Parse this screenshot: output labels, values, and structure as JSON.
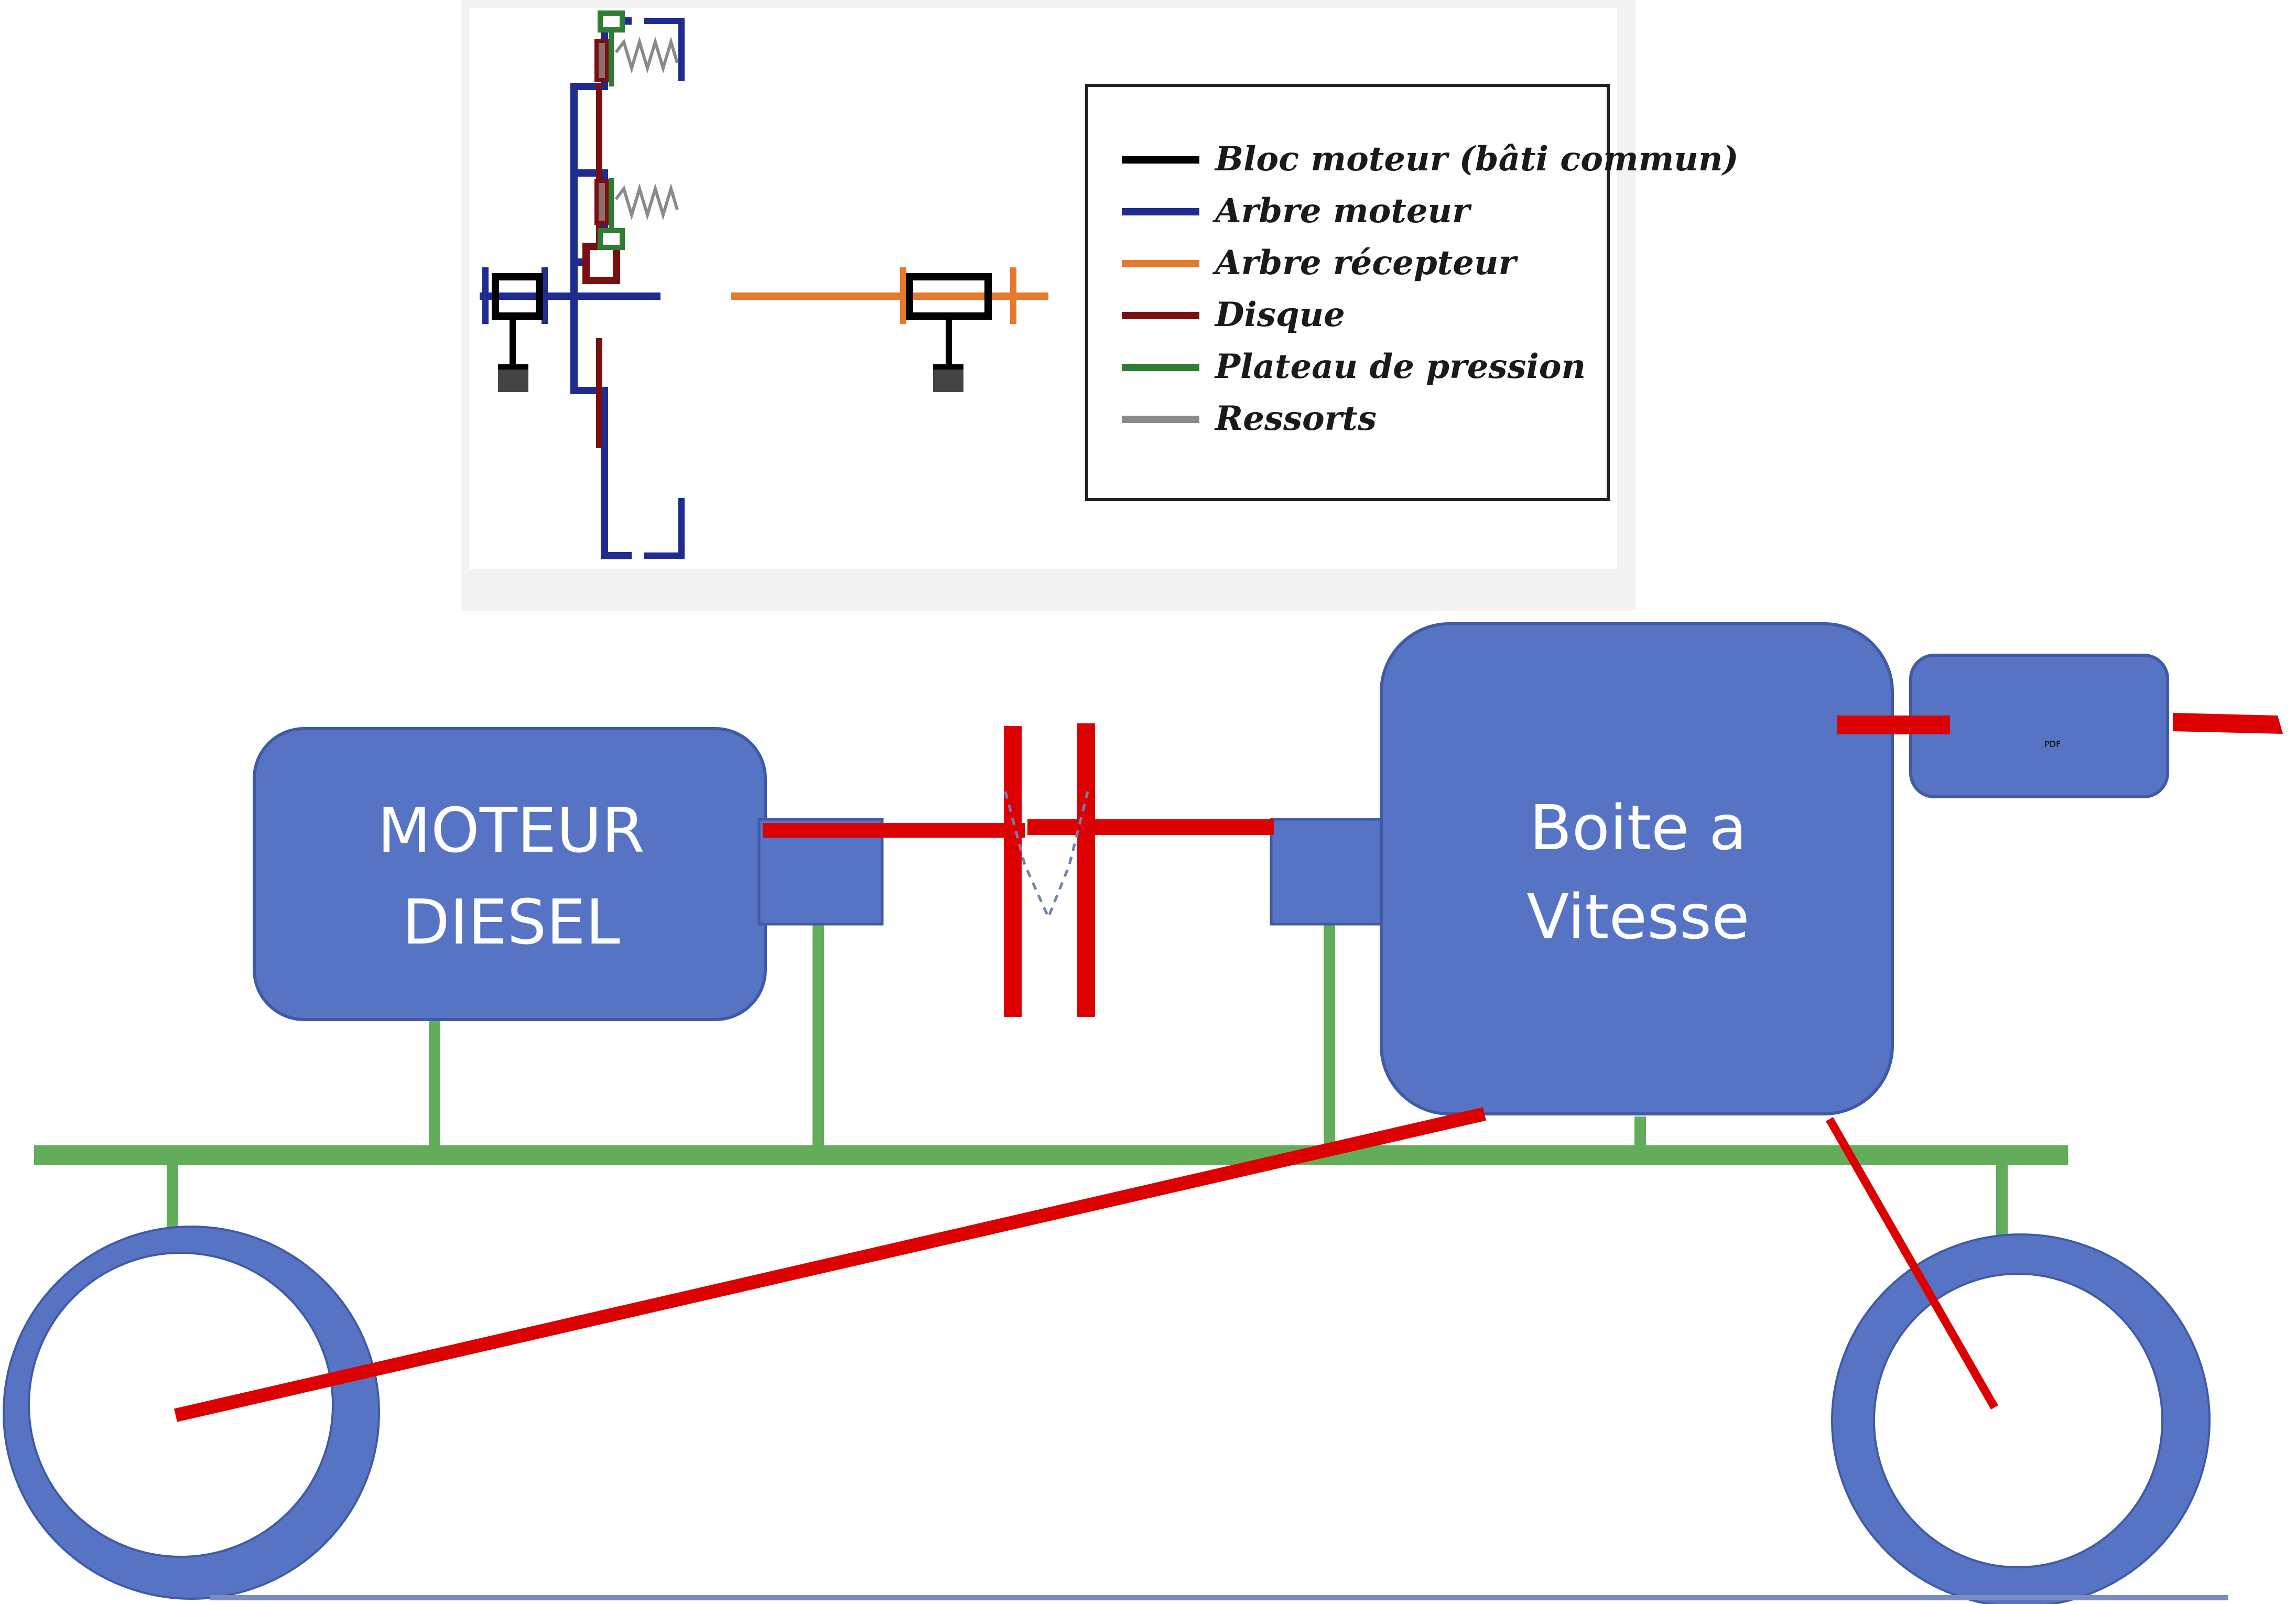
{
  "colors": {
    "block_fill": "#5673c4",
    "block_stroke": "#3f5aa6",
    "shaft_red": "#dd0000",
    "frame_green": "#63ad5a",
    "bloc_moteur": "#000000",
    "arbre_moteur": "#1f2b8f",
    "arbre_recepteur": "#e47a2e",
    "disque": "#7a0f12",
    "plateau": "#2f7d32",
    "ressorts": "#8a8a8a"
  },
  "clutch_schematic": {
    "legend": {
      "items": [
        {
          "label": "Bloc moteur (bâti commun)",
          "color_key": "bloc_moteur"
        },
        {
          "label": "Arbre moteur",
          "color_key": "arbre_moteur"
        },
        {
          "label": "Arbre récepteur",
          "color_key": "arbre_recepteur"
        },
        {
          "label": "Disque",
          "color_key": "disque"
        },
        {
          "label": "Plateau de pression",
          "color_key": "plateau"
        },
        {
          "label": "Ressorts",
          "color_key": "ressorts"
        }
      ]
    }
  },
  "drivetrain": {
    "engine": {
      "line1": "MOTEUR",
      "line2": "DIESEL"
    },
    "gearbox": {
      "line1": "Boite a",
      "line2": "Vitesse"
    },
    "pto": {
      "label": "PDF"
    }
  }
}
